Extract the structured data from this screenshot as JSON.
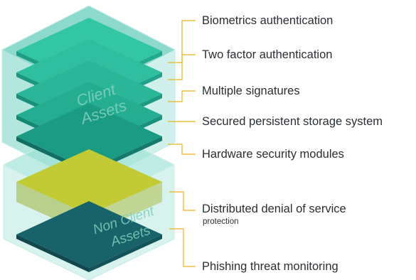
{
  "stacks": {
    "client": {
      "caption_line1": "Client",
      "caption_line2": "Assets"
    },
    "non_client": {
      "caption_line1": "Non Client",
      "caption_line2": "Assets"
    }
  },
  "layers": [
    {
      "id": "biometrics",
      "label": "Biometrics authentication",
      "color": "#2fc0a0"
    },
    {
      "id": "two-factor",
      "label": "Two factor authentication",
      "color": "#2bb89a"
    },
    {
      "id": "multisig",
      "label": "Multiple signatures",
      "color": "#27b193"
    },
    {
      "id": "secured-storage",
      "label": "Secured persistent storage system",
      "color": "#20a98a"
    },
    {
      "id": "hsm",
      "label": "Hardware security modules",
      "color": "#177a6e"
    },
    {
      "id": "ddos",
      "label": "Distributed denial of service",
      "sublabel": "protection",
      "color": "#bcc62e"
    },
    {
      "id": "phishing",
      "label": "Phishing threat monitoring",
      "color": "#175a5e"
    }
  ],
  "colors": {
    "leader_line": "#e7b51f",
    "text": "#2b2f33",
    "glass": "#8ed8cc"
  }
}
